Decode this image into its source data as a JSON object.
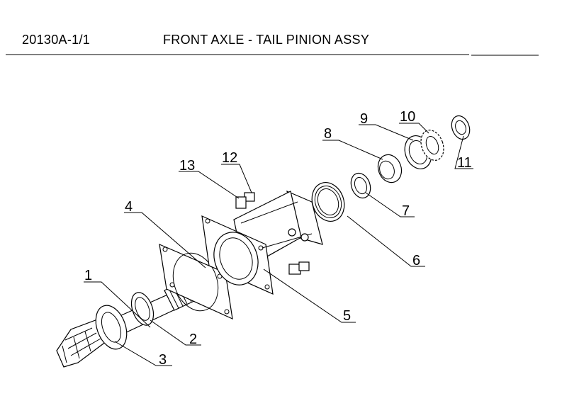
{
  "header": {
    "drawing_code": "20130A-1/1",
    "title": "FRONT AXLE - TAIL PINION ASSY"
  },
  "callouts": [
    "1",
    "2",
    "3",
    "4",
    "5",
    "6",
    "7",
    "8",
    "9",
    "10",
    "11",
    "12",
    "13"
  ]
}
